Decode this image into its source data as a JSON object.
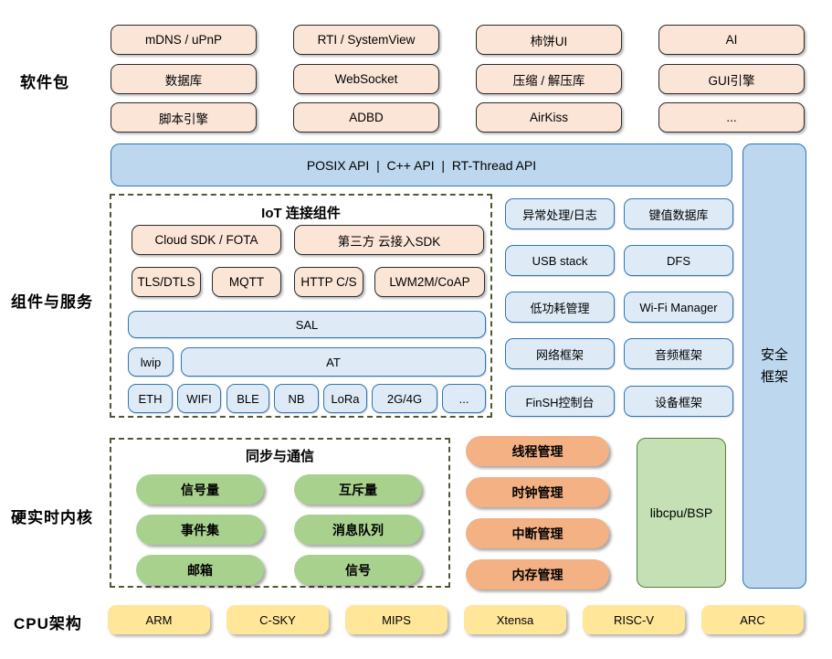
{
  "labels": {
    "packages": "软件包",
    "components": "组件与服务",
    "kernel": "硬实时内核",
    "cpu": "CPU架构"
  },
  "packages": {
    "items": [
      "mDNS / uPnP",
      "RTI / SystemView",
      "柿饼UI",
      "AI",
      "数据库",
      "WebSocket",
      "压缩 / 解压库",
      "GUI引擎",
      "脚本引擎",
      "ADBD",
      "AirKiss",
      "..."
    ]
  },
  "api_bar": {
    "label": "POSIX API  |  C++ API  |  RT-Thread API"
  },
  "security_bar": {
    "line1": "安全",
    "line2": "框架"
  },
  "iot": {
    "title": "IoT 连接组件",
    "cloud_sdk": "Cloud SDK / FOTA",
    "third_party": "第三方 云接入SDK",
    "protocols": [
      "TLS/DTLS",
      "MQTT",
      "HTTP C/S",
      "LWM2M/CoAP"
    ],
    "sal": "SAL",
    "lwip": "lwip",
    "at": "AT",
    "links": [
      "ETH",
      "WIFI",
      "BLE",
      "NB",
      "LoRa",
      "2G/4G",
      "..."
    ]
  },
  "services": {
    "items": [
      "异常处理/日志",
      "键值数据库",
      "USB stack",
      "DFS",
      "低功耗管理",
      "Wi-Fi Manager",
      "网络框架",
      "音频框架",
      "FinSH控制台",
      "设备框架"
    ]
  },
  "kernel": {
    "sync_title": "同步与通信",
    "sync_items": [
      "信号量",
      "互斥量",
      "事件集",
      "消息队列",
      "邮箱",
      "信号"
    ],
    "mgmt_items": [
      "线程管理",
      "时钟管理",
      "中断管理",
      "内存管理"
    ],
    "libcpu": "libcpu/BSP"
  },
  "cpu": {
    "items": [
      "ARM",
      "C-SKY",
      "MIPS",
      "Xtensa",
      "RISC-V",
      "ARC"
    ]
  },
  "colors": {
    "peach_fill": "#FBE5D6",
    "blue_bar_fill": "#BDD7EE",
    "blue_box_fill": "#DEEBF7",
    "blue_border": "#2E75B6",
    "green_pill_fill": "#A9D18E",
    "green_box_fill": "#C5E0B4",
    "green_border": "#538135",
    "orange_pill_fill": "#F4B183",
    "yellow_fill": "#FFE699",
    "dash_border": "#4d5a31"
  }
}
